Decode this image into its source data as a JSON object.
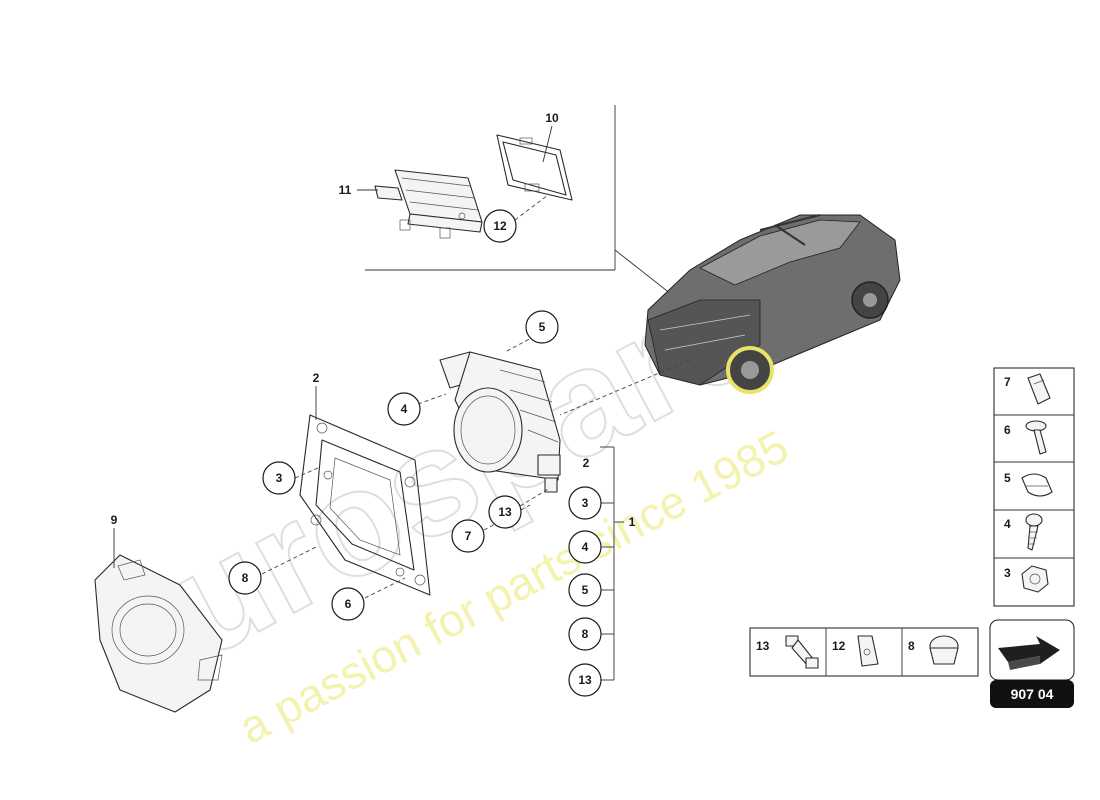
{
  "diagram": {
    "callouts": {
      "c1": "1",
      "c2": "2",
      "c9": "9",
      "c10": "10",
      "c11": "11",
      "c12": "12",
      "c3": "3",
      "c4": "4",
      "c5": "5",
      "c6": "6",
      "c7": "7",
      "c8": "8",
      "c13": "13"
    },
    "bracket": {
      "head": "2",
      "items": [
        "3",
        "4",
        "5",
        "8",
        "13"
      ],
      "group": "1"
    },
    "hardware_legend": {
      "right_column": [
        "7",
        "6",
        "5",
        "4",
        "3"
      ],
      "bottom_row": [
        "13",
        "12",
        "8"
      ]
    },
    "page_number": "907 04"
  },
  "watermark": {
    "brand": "eurospares",
    "tagline": "a passion for parts since 1985"
  }
}
